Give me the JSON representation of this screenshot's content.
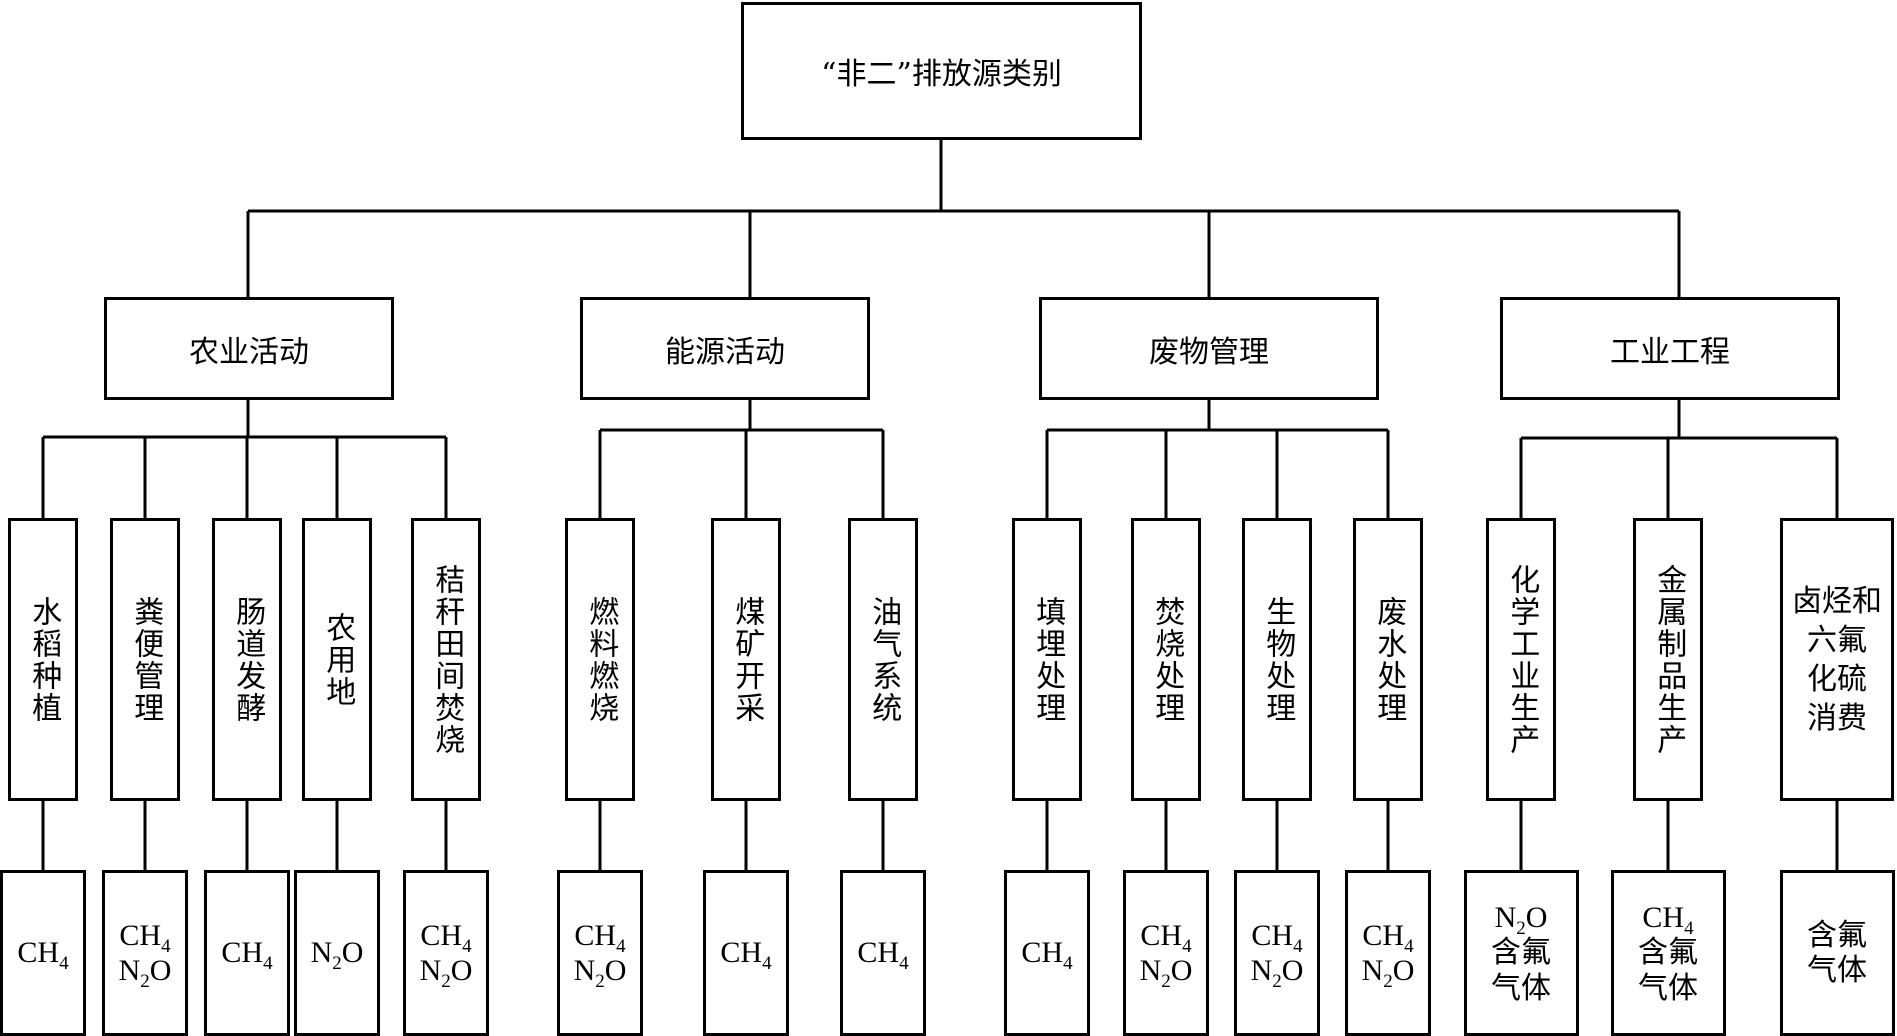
{
  "diagram": {
    "root": {
      "label": "“非二”排放源类别"
    },
    "categories": [
      {
        "label": "农业活动",
        "sources": [
          {
            "label": "水稻种植",
            "gases": [
              "CH4"
            ]
          },
          {
            "label": "粪便管理",
            "gases": [
              "CH4",
              "N2O"
            ]
          },
          {
            "label": "肠道发酵",
            "gases": [
              "CH4"
            ]
          },
          {
            "label": "农用地",
            "gases": [
              "N2O"
            ]
          },
          {
            "label": "秸秆田间焚烧",
            "gases": [
              "CH4",
              "N2O"
            ]
          }
        ]
      },
      {
        "label": "能源活动",
        "sources": [
          {
            "label": "燃料燃烧",
            "gases": [
              "CH4",
              "N2O"
            ]
          },
          {
            "label": "煤矿开采",
            "gases": [
              "CH4"
            ]
          },
          {
            "label": "油气系统",
            "gases": [
              "CH4"
            ]
          }
        ]
      },
      {
        "label": "废物管理",
        "sources": [
          {
            "label": "填埋处理",
            "gases": [
              "CH4"
            ]
          },
          {
            "label": "焚烧处理",
            "gases": [
              "CH4",
              "N2O"
            ]
          },
          {
            "label": "生物处理",
            "gases": [
              "CH4",
              "N2O"
            ]
          },
          {
            "label": "废水处理",
            "gases": [
              "CH4",
              "N2O"
            ]
          }
        ]
      },
      {
        "label": "工业工程",
        "sources": [
          {
            "label": "化学工业生产",
            "gases": [
              "N2O",
              "含氟",
              "气体"
            ]
          },
          {
            "label": "金属制品生产",
            "gases": [
              "CH4",
              "含氟",
              "气体"
            ]
          },
          {
            "label": "卤烃和六氟化硫消费",
            "label_rows": [
              "卤烃和",
              "六氟",
              "化硫",
              "消费"
            ],
            "gases": [
              "含氟",
              "气体"
            ]
          }
        ]
      }
    ]
  }
}
